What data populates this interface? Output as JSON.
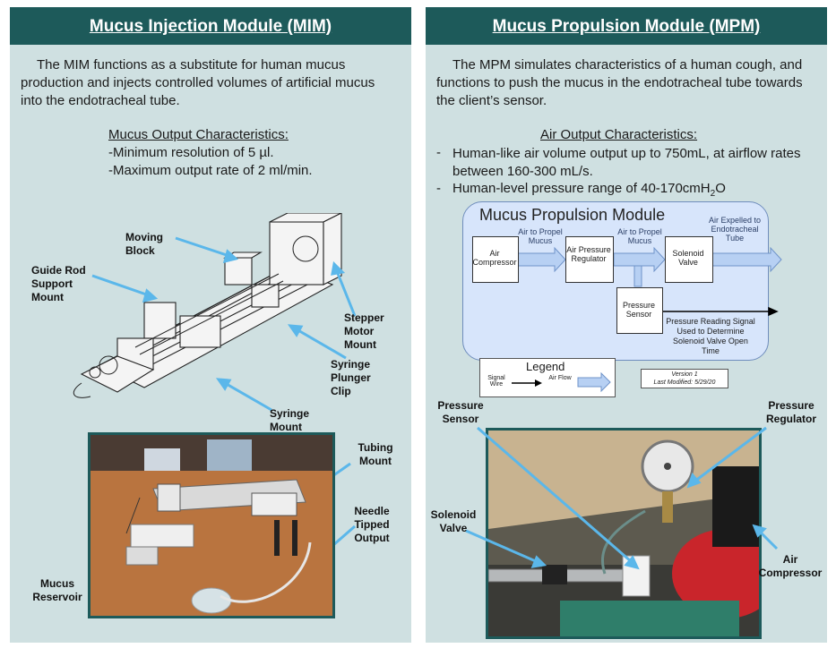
{
  "left": {
    "title": "Mucus Injection Module (MIM)",
    "intro": "The MIM functions as a substitute for human mucus production and injects controlled volumes of artificial mucus into the endotracheal tube.",
    "char_title": "Mucus Output Characteristics:",
    "char_items": [
      "-Minimum resolution of 5 µl.",
      "-Maximum output rate of 2 ml/min."
    ],
    "labels": {
      "moving_block": "Moving Block",
      "guide_rod": "Guide Rod Support Mount",
      "stepper_motor": "Stepper Motor Mount",
      "syringe_plunger": "Syringe Plunger Clip",
      "syringe_mount": "Syringe Mount",
      "tubing_mount": "Tubing Mount",
      "needle_output": "Needle Tipped Output",
      "mucus_reservoir": "Mucus Reservoir"
    }
  },
  "right": {
    "title": "Mucus Propulsion Module (MPM)",
    "intro": "The MPM simulates characteristics of a human cough, and functions to push the mucus in the endotracheal tube towards the client’s sensor.",
    "char_title": "Air Output Characteristics:",
    "char_items": [
      "Human-like air volume output up to 750mL, at airflow rates between 160-300 mL/s.",
      "Human-level pressure range of 40-170cmH"
    ],
    "pressure_sub": "2",
    "pressure_end": "O",
    "bullet": "-",
    "diagram": {
      "title": "Mucus Propulsion Module",
      "air_compressor": "Air Compressor",
      "air_to_propel_1": "Air to Propel Mucus",
      "pressure_regulator": "Air Pressure Regulator",
      "air_to_propel_2": "Air to Propel Mucus",
      "solenoid_valve": "Solenoid Valve",
      "air_expelled": "Air Expelled to Endotracheal Tube",
      "pressure_sensor": "Pressure Sensor",
      "pressure_reading": "Pressure Reading Signal Used to Determine Solenoid Valve Open Time"
    },
    "legend": {
      "title": "Legend",
      "signal_wire": "Signal Wire",
      "air_flow": "Air Flow"
    },
    "version": "Version 1",
    "last_modified": "Last Modified: 5/29/20",
    "labels": {
      "pressure_sensor": "Pressure Sensor",
      "pressure_regulator": "Pressure Regulator",
      "solenoid_valve": "Solenoid Valve",
      "air_compressor": "Air Compressor"
    }
  }
}
